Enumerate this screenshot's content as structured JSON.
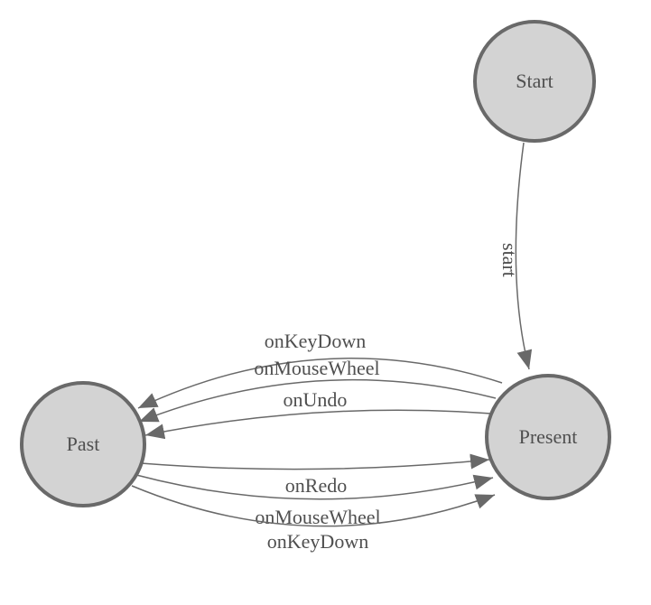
{
  "diagram_type": "state-machine",
  "colors": {
    "canvas_bg": "#ffffff",
    "node_fill": "#d3d3d3",
    "node_stroke": "#696969",
    "edge_color": "#696969",
    "label_color": "#4f4f4f"
  },
  "nodes": [
    {
      "id": "start",
      "label": "Start"
    },
    {
      "id": "past",
      "label": "Past"
    },
    {
      "id": "present",
      "label": "Present"
    }
  ],
  "edges": [
    {
      "label": "start",
      "from": "Start",
      "to": "Present"
    },
    {
      "label": "onKeyDown",
      "from": "Present",
      "to": "Past"
    },
    {
      "label": "onMouseWheel",
      "from": "Present",
      "to": "Past"
    },
    {
      "label": "onUndo",
      "from": "Present",
      "to": "Past"
    },
    {
      "label": "onRedo",
      "from": "Past",
      "to": "Present"
    },
    {
      "label": "onMouseWheel",
      "from": "Past",
      "to": "Present"
    },
    {
      "label": "onKeyDown",
      "from": "Past",
      "to": "Present"
    }
  ]
}
